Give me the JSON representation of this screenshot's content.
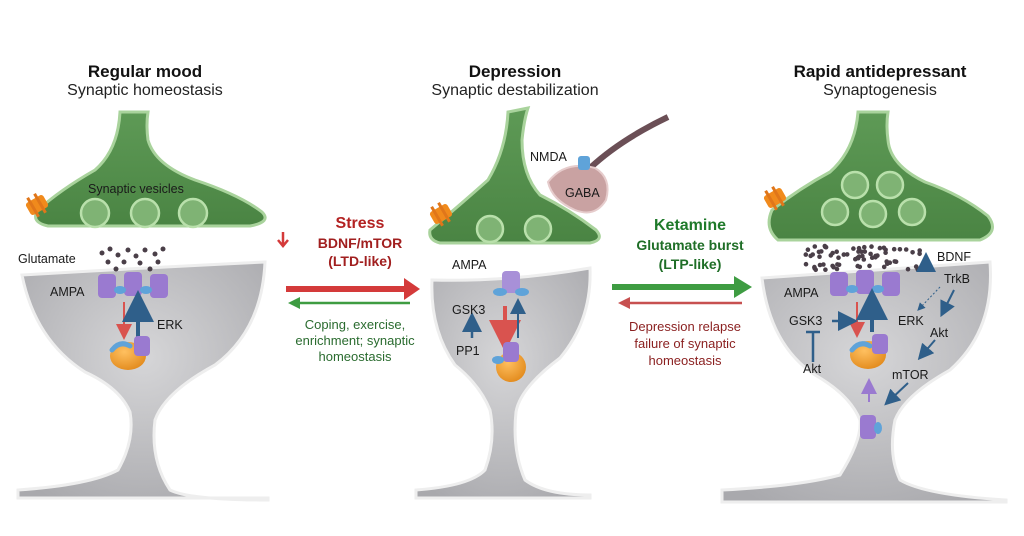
{
  "panels": [
    {
      "title": "Regular mood",
      "subtitle": "Synaptic homeostasis",
      "labels": {
        "vesicles": "Synaptic vesicles",
        "glutamate": "Glutamate",
        "ampa": "AMPA",
        "erk": "ERK"
      }
    },
    {
      "title": "Depression",
      "subtitle": "Synaptic destabilization",
      "labels": {
        "nmda": "NMDA",
        "gaba": "GABA",
        "ampa": "AMPA",
        "gsk3": "GSK3",
        "pp1": "PP1"
      }
    },
    {
      "title": "Rapid antidepressant",
      "subtitle": "Synaptogenesis",
      "labels": {
        "bdnf": "BDNF",
        "trkb": "TrkB",
        "ampa": "AMPA",
        "gsk3": "GSK3",
        "erk": "ERK",
        "akt_right": "Akt",
        "akt_left": "Akt",
        "mtor": "mTOR"
      }
    }
  ],
  "transitions": [
    {
      "forward": {
        "heading": "Stress",
        "line1": "BDNF/mTOR",
        "line2": "(LTD-like)",
        "down_arrow_icon": "down-arrow-icon"
      },
      "backward": {
        "lines": [
          "Coping, exercise,",
          "enrichment; synaptic",
          "homeostasis"
        ]
      }
    },
    {
      "forward": {
        "heading": "Ketamine",
        "line1": "Glutamate burst",
        "line2": "(LTP-like)"
      },
      "backward": {
        "lines": [
          "Depression relapse",
          "failure of synaptic",
          "homeostasis"
        ]
      }
    }
  ],
  "colors": {
    "presynaptic_green": "#6fa865",
    "presynaptic_dark": "#4c8a47",
    "postsynaptic_gray": "#c9c9cb",
    "ampa_purple": "#9a7ad0",
    "receptor_blue": "#5fa3d9",
    "orange_body": "#f0a23a",
    "stress_red": "#d43a3a",
    "ketamine_green": "#3e9c42",
    "pathway_blue": "#2f5f8a",
    "gaba_pink": "#c9a2a2",
    "glutamate_dot": "#4a3f48"
  }
}
